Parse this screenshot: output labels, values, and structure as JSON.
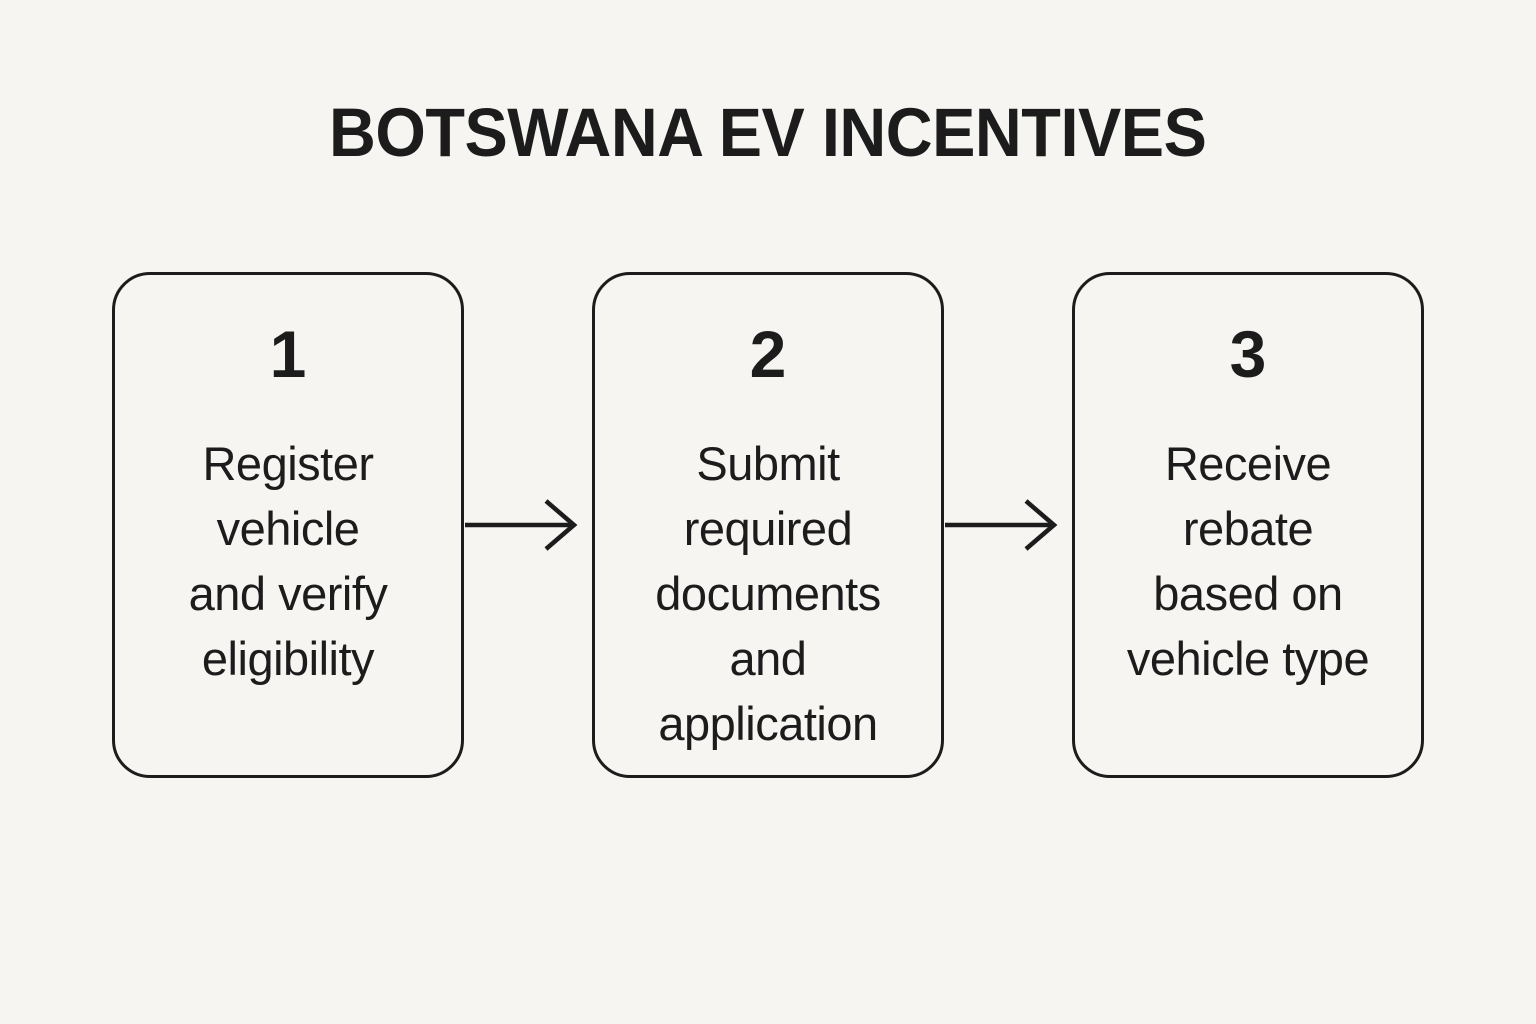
{
  "title": "BOTSWANA EV INCENTIVES",
  "colors": {
    "background": "#F7F5F1",
    "ink": "#1C1C1C"
  },
  "steps": [
    {
      "number": "1",
      "lines": [
        "Register",
        "vehicle",
        "and verify",
        "eligibility"
      ]
    },
    {
      "number": "2",
      "lines": [
        "Submit",
        "required",
        "documents",
        "and",
        "application"
      ]
    },
    {
      "number": "3",
      "lines": [
        "Receive",
        "rebate",
        "based on",
        "vehicle type"
      ]
    }
  ],
  "arrows": [
    {
      "direction": "right"
    },
    {
      "direction": "right"
    }
  ]
}
